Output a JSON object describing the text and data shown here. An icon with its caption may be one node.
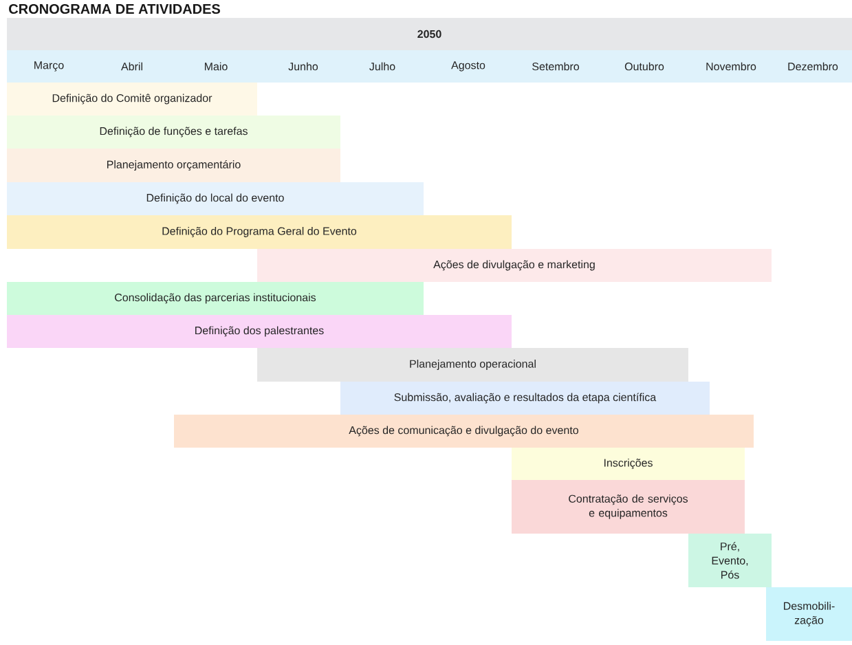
{
  "diagram": {
    "title": "CRONOGRAMA DE ATIVIDADES",
    "nodes": [
      {
        "text": [
          "2050"
        ]
      },
      {
        "text": [
          "Definição do Comitê organizador"
        ]
      },
      {
        "text": [
          "Definição de funções e tarefas"
        ]
      },
      {
        "text": [
          "Planejamento orçamentário"
        ]
      },
      {
        "text": [
          "Definição do local do evento"
        ]
      },
      {
        "text": [
          "Definição do Programa Geral do Evento"
        ]
      },
      {
        "text": [
          "Ações de divulgação e marketing"
        ]
      },
      {
        "text": [
          "Consolidação das parcerias institucionais"
        ]
      },
      {
        "text": [
          "Definição dos palestrantes"
        ]
      },
      {
        "text": [
          "Planejamento operacional"
        ]
      },
      {
        "text": [
          "Submissão, avaliação e resultados da etapa científica"
        ]
      },
      {
        "text": [
          "Ações de comunicação e divulgação do evento"
        ]
      },
      {
        "text": [
          "Inscrições"
        ]
      },
      {
        "text": [
          "Contratação de serviços e equipamentos"
        ]
      },
      {
        "text": [
          "Pré, Evento, Pós"
        ]
      },
      {
        "text": [
          "Desmobili-zação"
        ]
      }
    ],
    "labels": [
      "Março",
      "Abril",
      "Maio",
      "Junho",
      "Julho",
      "Agosto",
      "Setembro",
      "Outubro",
      "Novembro",
      "Dezembro"
    ]
  }
}
